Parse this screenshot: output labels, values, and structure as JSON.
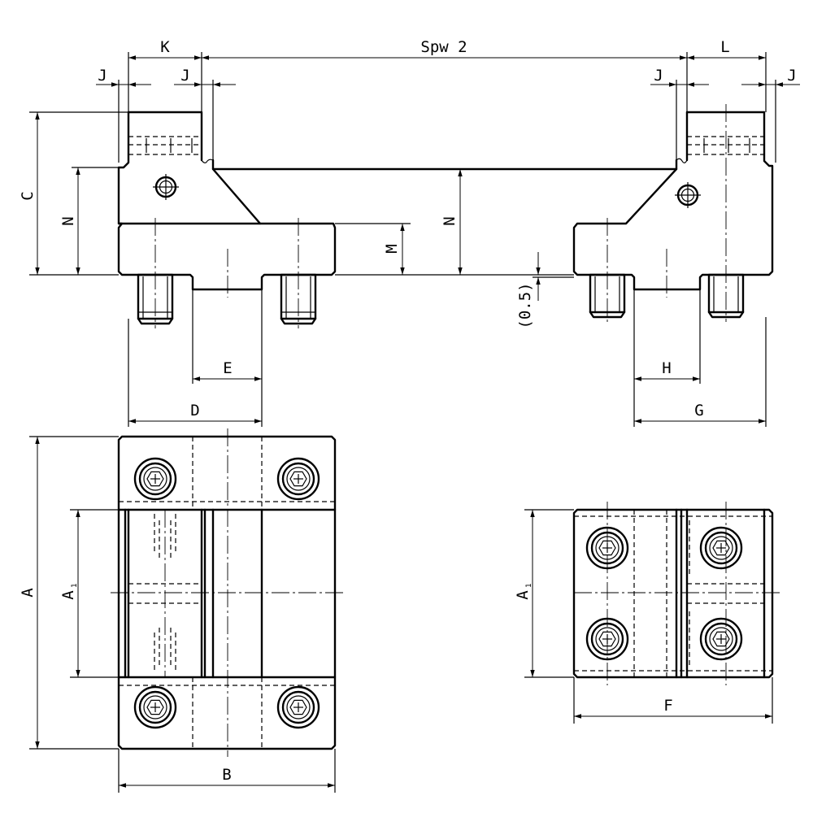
{
  "labels": {
    "K": "K",
    "Spw2": "Spw 2",
    "L": "L",
    "J": "J",
    "C": "C",
    "N": "N",
    "M": "M",
    "half": "(0.5)",
    "E": "E",
    "H": "H",
    "D": "D",
    "G": "G",
    "A": "A",
    "A1": "A",
    "A1sub": "1",
    "B": "B",
    "F": "F"
  }
}
